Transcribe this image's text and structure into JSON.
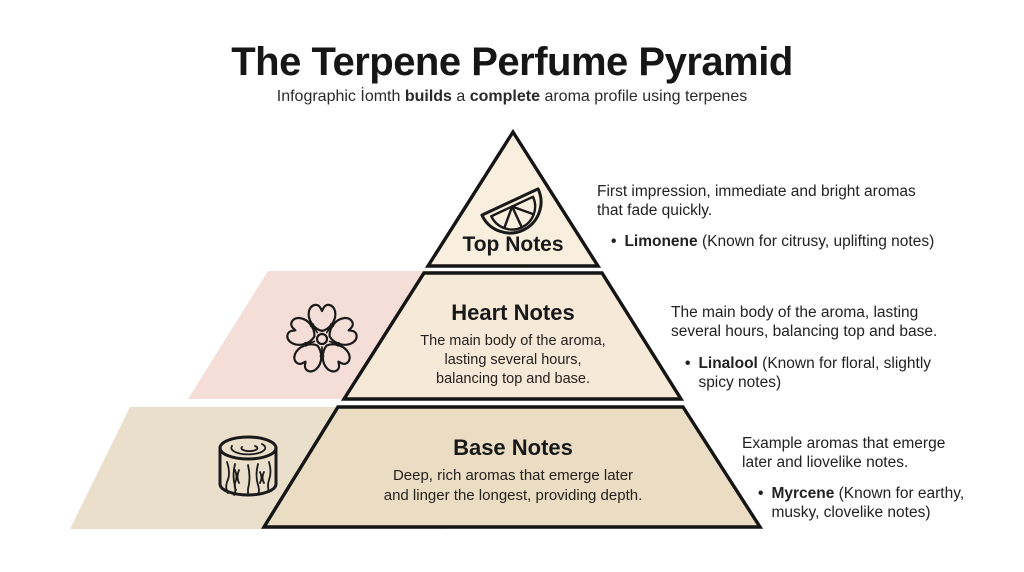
{
  "header": {
    "title": "The Terpene Perfume Pyramid",
    "subtitle_parts": {
      "p1": "Infographic İomth ",
      "b1": "builds",
      "p2": " a ",
      "b2": "complete",
      "p3": " aroma profile using terpenes"
    }
  },
  "ui": {
    "bullet": "•"
  },
  "colors": {
    "outline": "#151515",
    "top_fill": "#f9efdf",
    "heart_fill": "#f7e9d8",
    "base_fill": "#eaddc4",
    "heart_band": "#f5ded8",
    "base_band": "#eadfca"
  },
  "pyramid": {
    "levels": [
      {
        "label": "Top Notes",
        "icon": "citrus-slice-icon",
        "description": ""
      },
      {
        "label": "Heart Notes",
        "icon": "sakura-flower-icon",
        "description": "The main body of the aroma,\nlasting several hours,\nbalancing top and base."
      },
      {
        "label": "Base Notes",
        "icon": "wood-log-icon",
        "description": "Deep, rich aromas that emerge later\nand linger the longest, providing depth."
      }
    ]
  },
  "annotations": [
    {
      "description": "First impression, immediate and bright aromas\nthat fade quickly.",
      "terpene": "Limonene",
      "terpene_desc": " (Known for citrusy, uplifting notes)"
    },
    {
      "description": "The main body of the aroma, lasting\nseveral hours, balancing top and base.",
      "terpene": "Linalool",
      "terpene_desc": " (Known for floral, slightly\nspicy notes)"
    },
    {
      "description": "Example aromas that emerge\nlater and liovelike notes.",
      "terpene": "Myrcene",
      "terpene_desc": " (Known for earthy,\nmusky, clovelike notes)"
    }
  ]
}
